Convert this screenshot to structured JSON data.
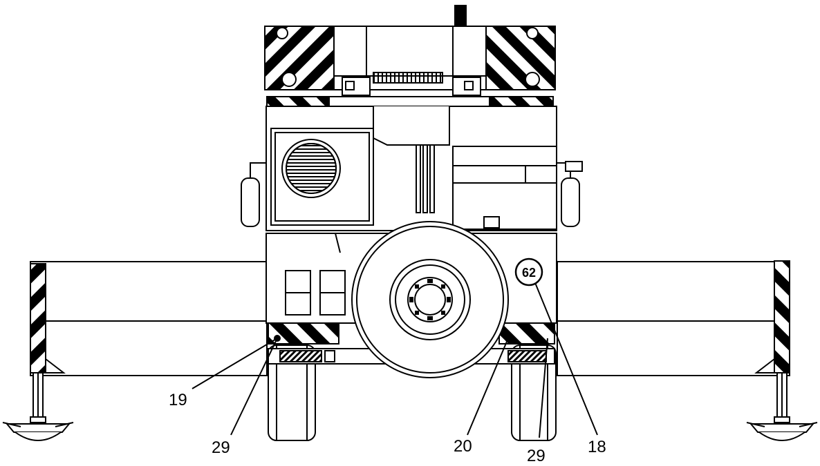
{
  "callouts": {
    "c19": "19",
    "c29_left": "29",
    "c20": "20",
    "c29_right": "29",
    "c18": "18"
  },
  "badge": {
    "label": "62"
  },
  "colors": {
    "ink": "#000000",
    "paper": "#ffffff"
  }
}
